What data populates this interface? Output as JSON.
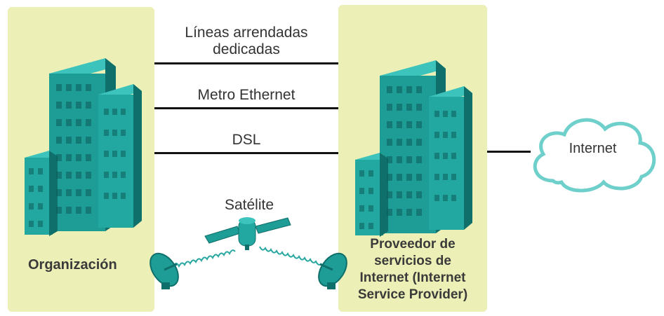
{
  "organization": {
    "label": "Organización"
  },
  "isp": {
    "label_lines": [
      "Proveedor de",
      "servicios de",
      "Internet (Internet",
      "Service Provider)"
    ]
  },
  "links": {
    "leased": [
      "Líneas arrendadas",
      "dedicadas"
    ],
    "metro": "Metro Ethernet",
    "dsl": "DSL",
    "satellite": "Satélite"
  },
  "cloud": {
    "label": "Internet"
  },
  "colors": {
    "panel": "#edf0b6",
    "building_front": "#1e9c96",
    "building_side": "#0f6f6a",
    "building_top": "#3cc4bc",
    "cloud_outline": "#6fd0cb"
  }
}
